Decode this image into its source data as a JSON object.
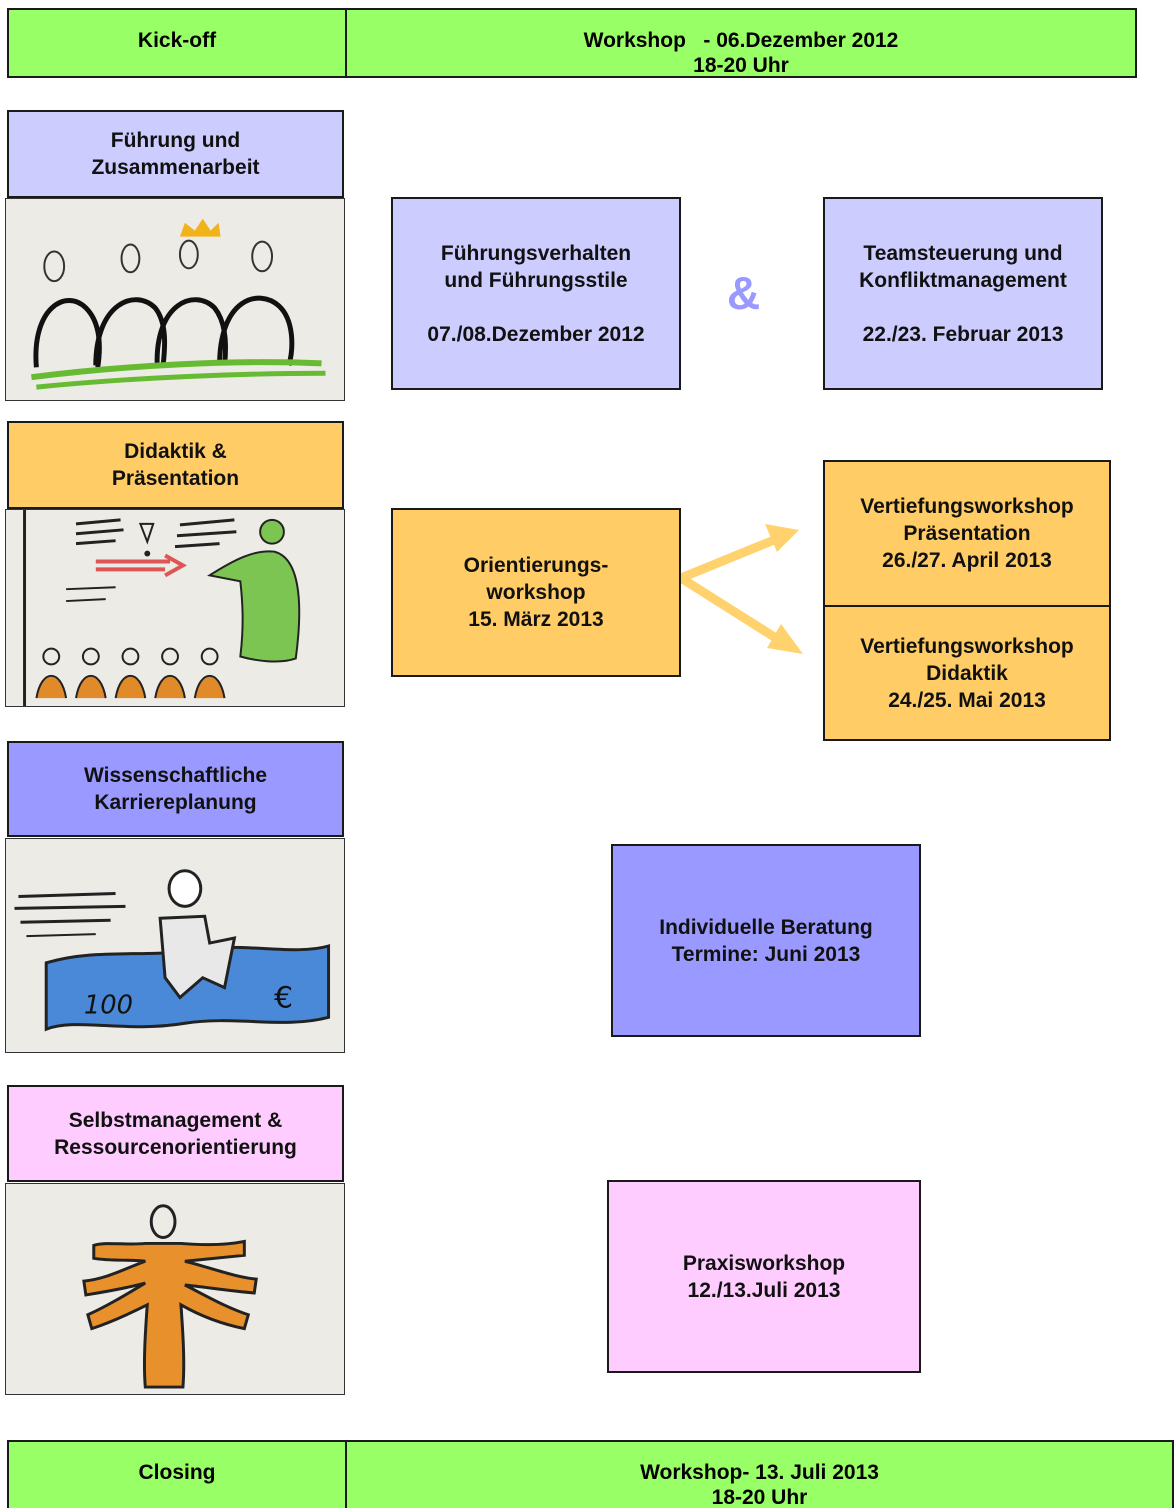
{
  "kickoff": {
    "label": "Kick-off",
    "title": "Workshop   - 06.Dezember 2012",
    "time": "18-20 Uhr"
  },
  "modules": {
    "fuehrung": {
      "title_line1": "Führung und",
      "title_line2": "Zusammenarbeit",
      "box1_line1": "Führungsverhalten",
      "box1_line2": "und Führungsstile",
      "box1_date": "07./08.Dezember 2012",
      "connector": "&",
      "box2_line1": "Teamsteuerung und",
      "box2_line2": "Konfliktmanagement",
      "box2_date": "22./23. Februar 2013"
    },
    "didaktik": {
      "title_line1": "Didaktik &",
      "title_line2": "Präsentation",
      "orient_line1": "Orientierungs-",
      "orient_line2": "workshop",
      "orient_date": "15. März 2013",
      "vt1_line1": "Vertiefungsworkshop",
      "vt1_line2": "Präsentation",
      "vt1_date": "26./27. April 2013",
      "vt2_line1": "Vertiefungsworkshop",
      "vt2_line2": "Didaktik",
      "vt2_date": "24./25. Mai 2013"
    },
    "karriere": {
      "title_line1": "Wissenschaftliche",
      "title_line2": "Karriereplanung",
      "box_line1": "Individuelle Beratung",
      "box_line2": "Termine: Juni 2013",
      "drawing_text1": "100",
      "drawing_text2": "€"
    },
    "selbst": {
      "title_line1": "Selbstmanagement &",
      "title_line2": "Ressourcenorientierung",
      "box_line1": "Praxisworkshop",
      "box_line2": "12./13.Juli 2013"
    }
  },
  "closing": {
    "label": "Closing",
    "title": "Workshop- 13. Juli 2013",
    "time": "18-20 Uhr"
  },
  "colors": {
    "green": "#99ff66",
    "lavender": "#ccccff",
    "orange": "#ffcc66",
    "blue": "#9999ff",
    "pink": "#ffccff"
  }
}
